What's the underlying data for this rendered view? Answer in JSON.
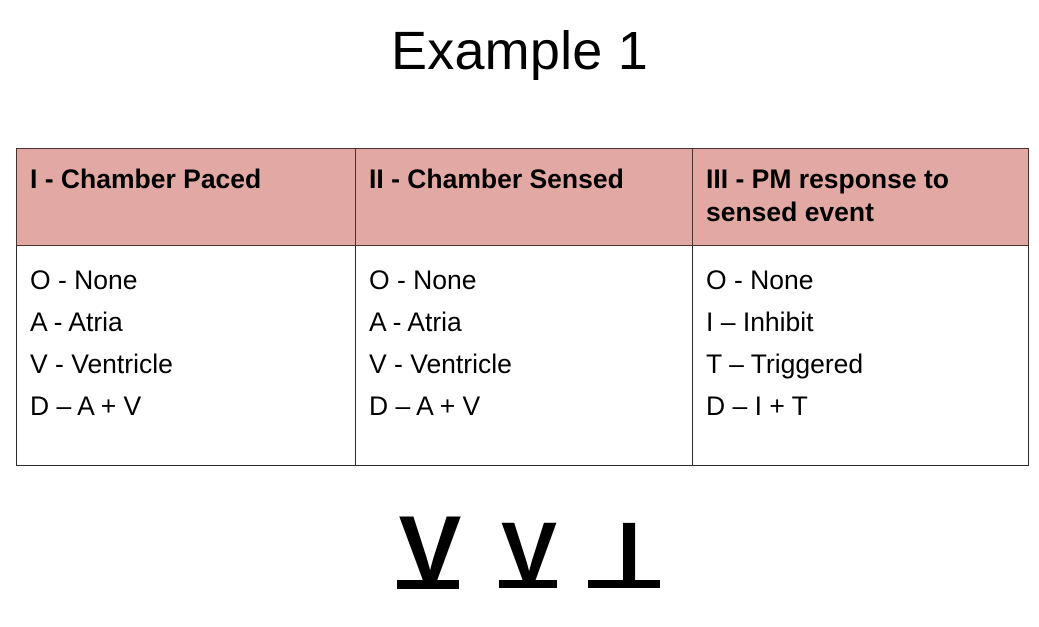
{
  "slide": {
    "title": "Example 1"
  },
  "table": {
    "columns": [
      {
        "key": "chamber-paced",
        "header": "I - Chamber Paced",
        "rows": [
          "O - None",
          "A - Atria",
          "V - Ventricle",
          "D – A + V"
        ]
      },
      {
        "key": "chamber-sensed",
        "header": "II - Chamber Sensed",
        "rows": [
          "O - None",
          "A - Atria",
          "V - Ventricle",
          "D – A + V"
        ]
      },
      {
        "key": "pm-response",
        "header": "III - PM response to sensed event",
        "rows": [
          "O - None",
          "I – Inhibit",
          "T – Triggered",
          "D – I + T"
        ]
      }
    ]
  },
  "answer": {
    "letters": [
      "V",
      "V",
      "I"
    ]
  },
  "colors": {
    "header_fill": "#e2a8a4",
    "header_border": "#4a3230",
    "body_border": "#2b2b2b",
    "text": "#000000",
    "background": "#ffffff"
  }
}
